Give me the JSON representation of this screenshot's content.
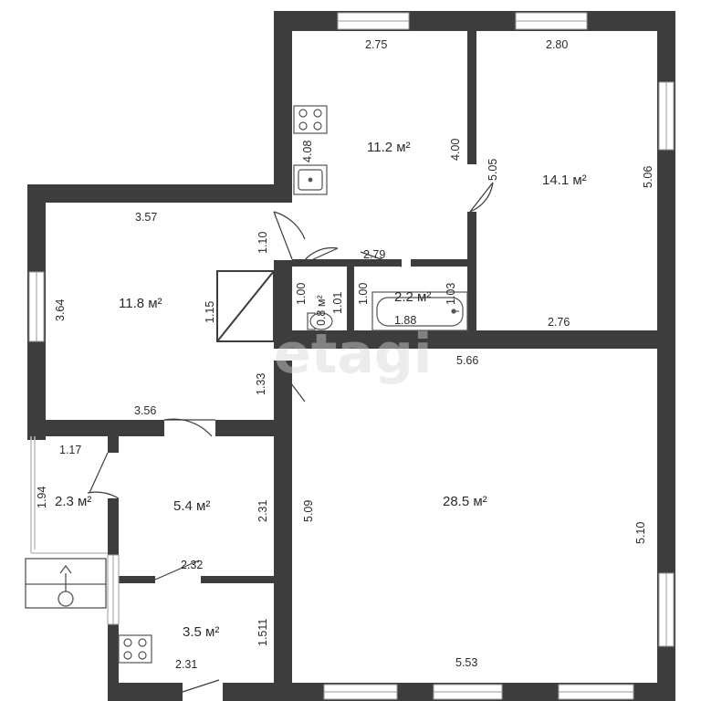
{
  "watermark": "etagi",
  "colors": {
    "wall": "#3d3d3d",
    "window_frame": "#9a9a9a",
    "door_line": "#3d3d3d",
    "fixture_stroke": "#555555",
    "background": "#ffffff",
    "text": "#2b2b2b"
  },
  "rooms": [
    {
      "id": "kitchen",
      "area": "11.2 м²",
      "dims": [
        "2.75",
        "4.08",
        "4.00",
        "2.79"
      ]
    },
    {
      "id": "bedroom",
      "area": "14.1 м²",
      "dims": [
        "2.80",
        "5.06",
        "5.05",
        "2.76"
      ]
    },
    {
      "id": "room-left",
      "area": "11.8 м²",
      "dims": [
        "3.57",
        "3.64",
        "1.10",
        "1.15",
        "3.56"
      ]
    },
    {
      "id": "toilet",
      "area": "0.8 м²",
      "dims": [
        "1.00",
        "1.01"
      ]
    },
    {
      "id": "bathroom",
      "area": "2.2 м²",
      "dims": [
        "1.00",
        "1.03",
        "1.88"
      ]
    },
    {
      "id": "living-room",
      "area": "28.5 м²",
      "dims": [
        "5.66",
        "5.09",
        "5.10",
        "5.53"
      ]
    },
    {
      "id": "hall-left",
      "area": "2.3 м²",
      "dims": [
        "1.17",
        "1.94"
      ]
    },
    {
      "id": "corridor",
      "area": "5.4 м²",
      "dims": [
        "2.31",
        "2.32",
        "1.33"
      ]
    },
    {
      "id": "entry",
      "area": "3.5 м²",
      "dims": [
        "1.511",
        "2.31"
      ]
    }
  ],
  "icons": [
    "stove-icon",
    "sink-icon",
    "stove-icon",
    "toilet-icon",
    "bathtub-icon",
    "boiler-icon",
    "radiator-icon"
  ]
}
